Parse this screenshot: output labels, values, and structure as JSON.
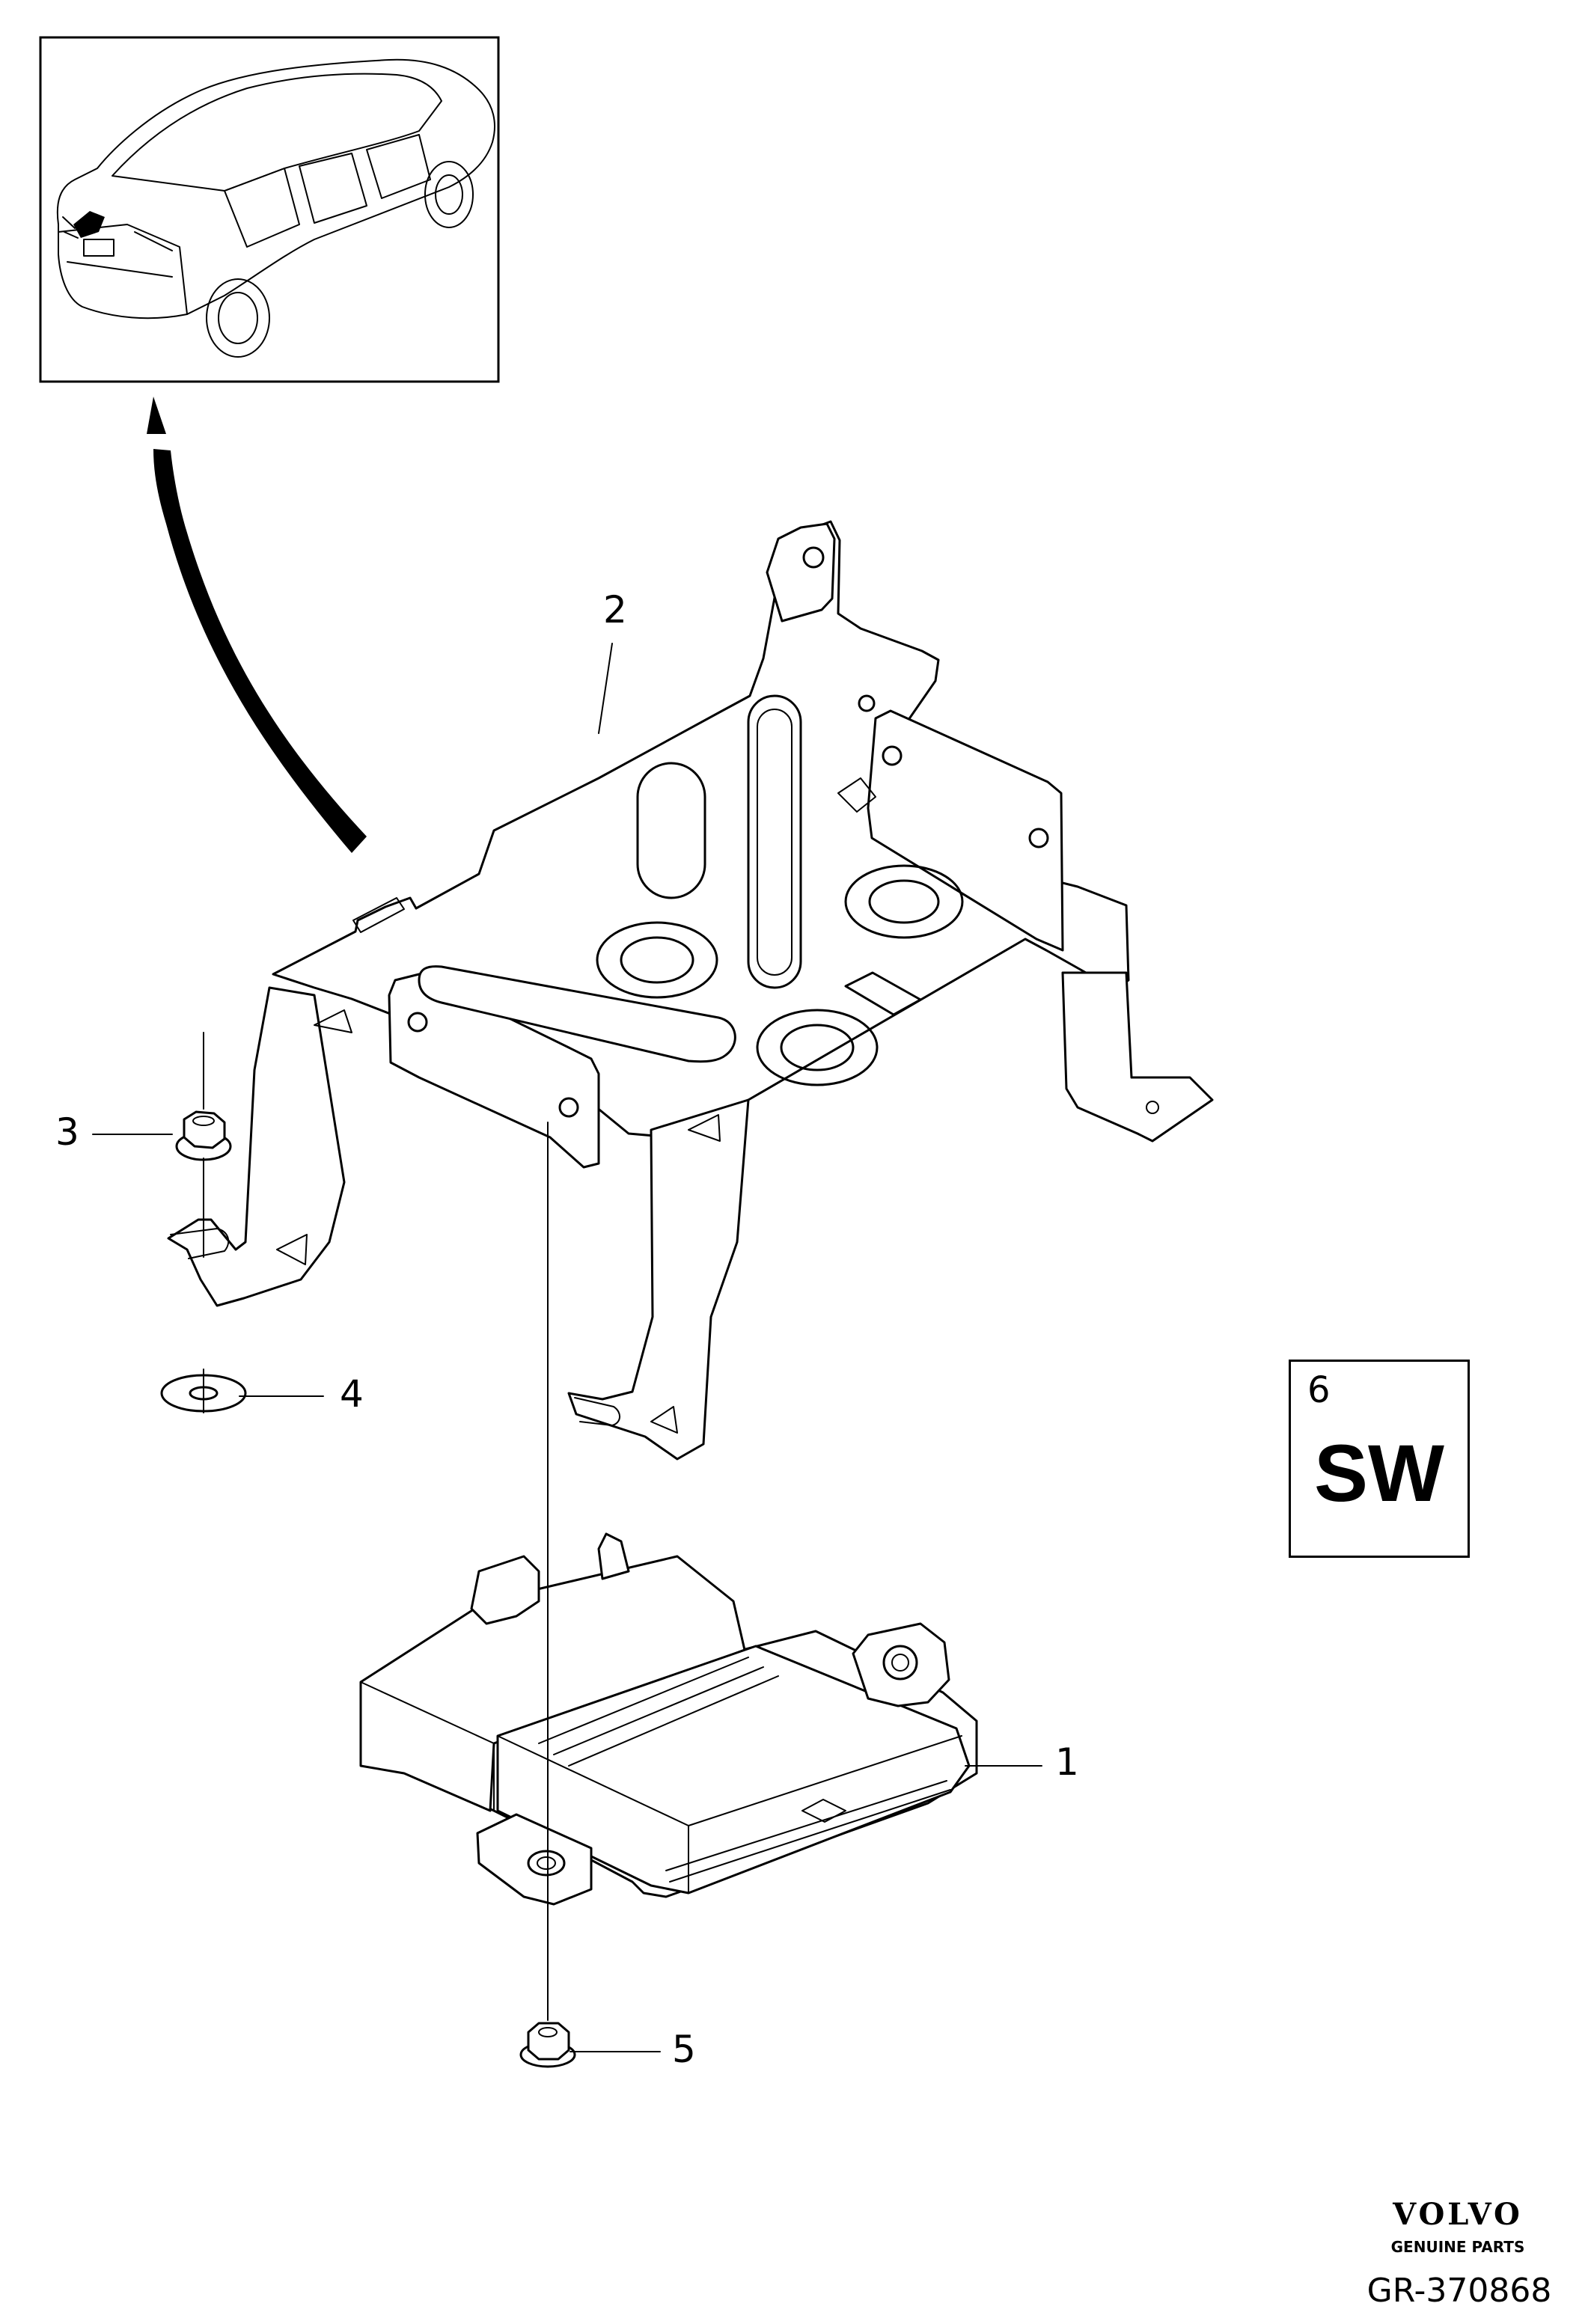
{
  "callouts": {
    "part_1": "1",
    "part_2": "2",
    "part_3": "3",
    "part_4": "4",
    "part_5": "5"
  },
  "software_box": {
    "number": "6",
    "code": "SW"
  },
  "brand": {
    "logo_text": "VOLVO",
    "subtitle": "GENUINE PARTS"
  },
  "drawing_number": "GR-370868"
}
